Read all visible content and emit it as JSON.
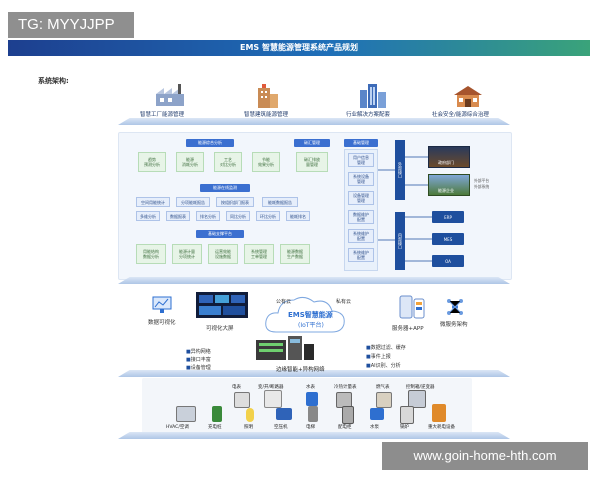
{
  "overlay_tag": "TG: MYYJJPP",
  "banner_title": "EMS 智慧能源管理系统产品规划",
  "section_title": "系统架构:",
  "top_icons": [
    {
      "label": "智慧工厂能源管理",
      "icon": "factory-icon"
    },
    {
      "label": "智慧建筑能源管理",
      "icon": "building-icon"
    },
    {
      "label": "行业解决方案配套",
      "icon": "city-icon"
    },
    {
      "label": "社会安全/能源综合治理",
      "icon": "house-icon"
    }
  ],
  "platform": {
    "upper_tag": "能源综合分析",
    "upper_boxes": [
      "趋势\n预测分析",
      "能源\n消耗分析",
      "工艺\n对比分析",
      "节能\n效果分析"
    ],
    "side_tag": "碳汇管理",
    "side_box": "碳汇排放\n量管理",
    "mid_tag": "能源在线监测",
    "mid_row1": [
      "空间用能统计",
      "分项能耗报告",
      "按组织部门报表",
      "能耗数据报告"
    ],
    "mid_row2": [
      "多维分析",
      "数据报表",
      "排名分析",
      "同比分析",
      "环比分析",
      "能耗排名"
    ],
    "low_tag": "基础支撑平台",
    "low_boxes": [
      "用能结构\n数据分析",
      "能源计量\n分项统计",
      "运营效能\n设施数据",
      "系统管理\n工单管理",
      "能源数据\n生产数据"
    ],
    "basic_tag": "基础管理",
    "basic_boxes": [
      "用户信息\n管理",
      "系统设备\n管理",
      "设备管理\n管理",
      "数据维护\n配置",
      "系统维护\n配置",
      "系统维护\n配置"
    ],
    "ext_bar": "外部接口",
    "int_bar": "内部接口",
    "ext_photos": [
      "政府部门",
      "能源企业"
    ],
    "ext_note": "外部平台\n外部系统",
    "int_boxes": [
      "ERP",
      "MES",
      "OA"
    ]
  },
  "iot": {
    "public_cloud": "公有云",
    "private_cloud": "私有云",
    "center_title": "EMS智慧能源",
    "center_sub": "(IoT平台)",
    "items": [
      {
        "label": "数据可视化",
        "icon": "chart-icon"
      },
      {
        "label": "可视化大屏",
        "icon": "screen-icon"
      },
      {
        "label": "服务器+APP",
        "icon": "server-icon"
      },
      {
        "label": "微服务架构",
        "icon": "microservice-icon"
      }
    ],
    "gateway_bullets": [
      "异构网络",
      "接口丰富",
      "设备管理"
    ],
    "gateway_label": "边缘智能+异构网络",
    "right_bullets": [
      "数据过滤、缓存",
      "事件上报",
      "AI识别、分析"
    ]
  },
  "devices": {
    "row1": [
      "电表",
      "变/开/断路器",
      "水表",
      "冷热计量表",
      "燃气表",
      "控制箱/逆变器"
    ],
    "row2": [
      "HVAC/空调",
      "充电桩",
      "照明",
      "空压机",
      "电梯",
      "配电柜",
      "水泵",
      "锅炉",
      "重大耗电设备"
    ]
  },
  "watermark": "www.goin-home-hth.com"
}
